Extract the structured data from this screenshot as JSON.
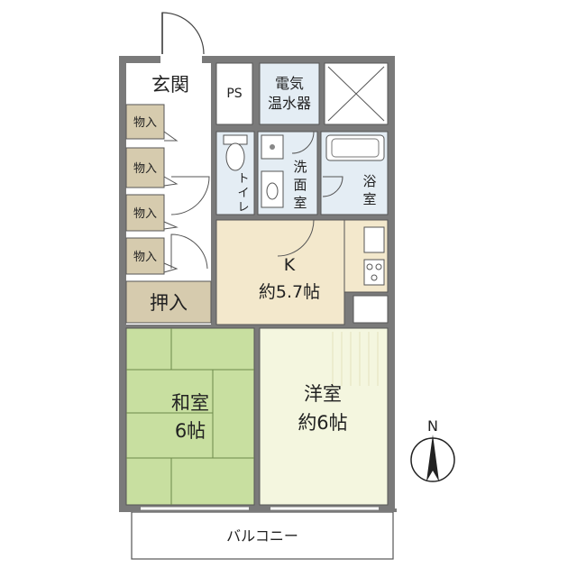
{
  "rooms": {
    "genkan": "玄関",
    "ps": "PS",
    "denki1": "電気",
    "denki2": "温水器",
    "monoire": [
      "物入",
      "物入",
      "物入",
      "物入"
    ],
    "toilet": [
      "ト",
      "イ",
      "レ"
    ],
    "senmen": [
      "洗",
      "面",
      "室"
    ],
    "yokushitsu": [
      "浴",
      "室"
    ],
    "kitchen_name": "K",
    "kitchen_size": "約5.7帖",
    "oshiire": "押入",
    "washitsu_name": "和室",
    "washitsu_size": "6帖",
    "youshitsu_name": "洋室",
    "youshitsu_size": "約6帖",
    "balcony": "バルコニー"
  },
  "compass": {
    "north": "N"
  },
  "colors": {
    "wall": "#6b6b6b",
    "tatami": "#c8dfa0",
    "kitchen": "#f3e8cc",
    "youshitsu": "#f4f6df",
    "storage": "#d6cbae",
    "wet": "#e4edf4"
  }
}
